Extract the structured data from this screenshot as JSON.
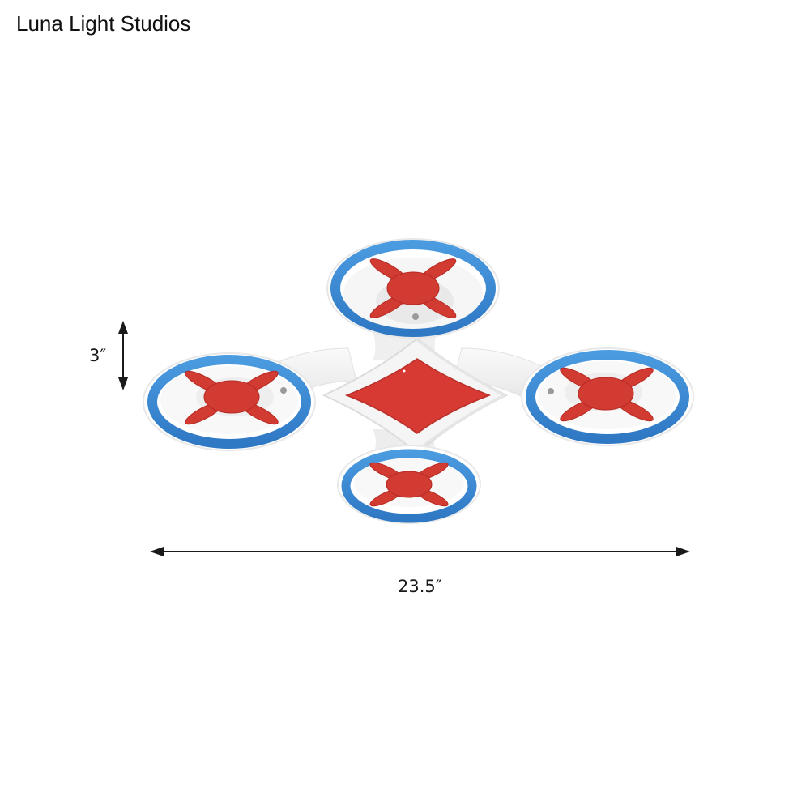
{
  "brand": {
    "name": "Luna Light Studios"
  },
  "product": {
    "description": "Quadcopter drone shaped LED flush mount ceiling light",
    "colors": {
      "body": "#f4f4f4",
      "body_shadow": "#d9d9d9",
      "ring": "#3f8fd6",
      "ring_dark": "#2f74bd",
      "propeller": "#d23b32",
      "propeller_edge": "#b52a23",
      "diamond": "#d63a33"
    },
    "rotors": [
      {
        "position": "top"
      },
      {
        "position": "left"
      },
      {
        "position": "right"
      },
      {
        "position": "bottom"
      }
    ]
  },
  "dimensions": {
    "height_label": "3″",
    "width_label": "23.5″"
  }
}
